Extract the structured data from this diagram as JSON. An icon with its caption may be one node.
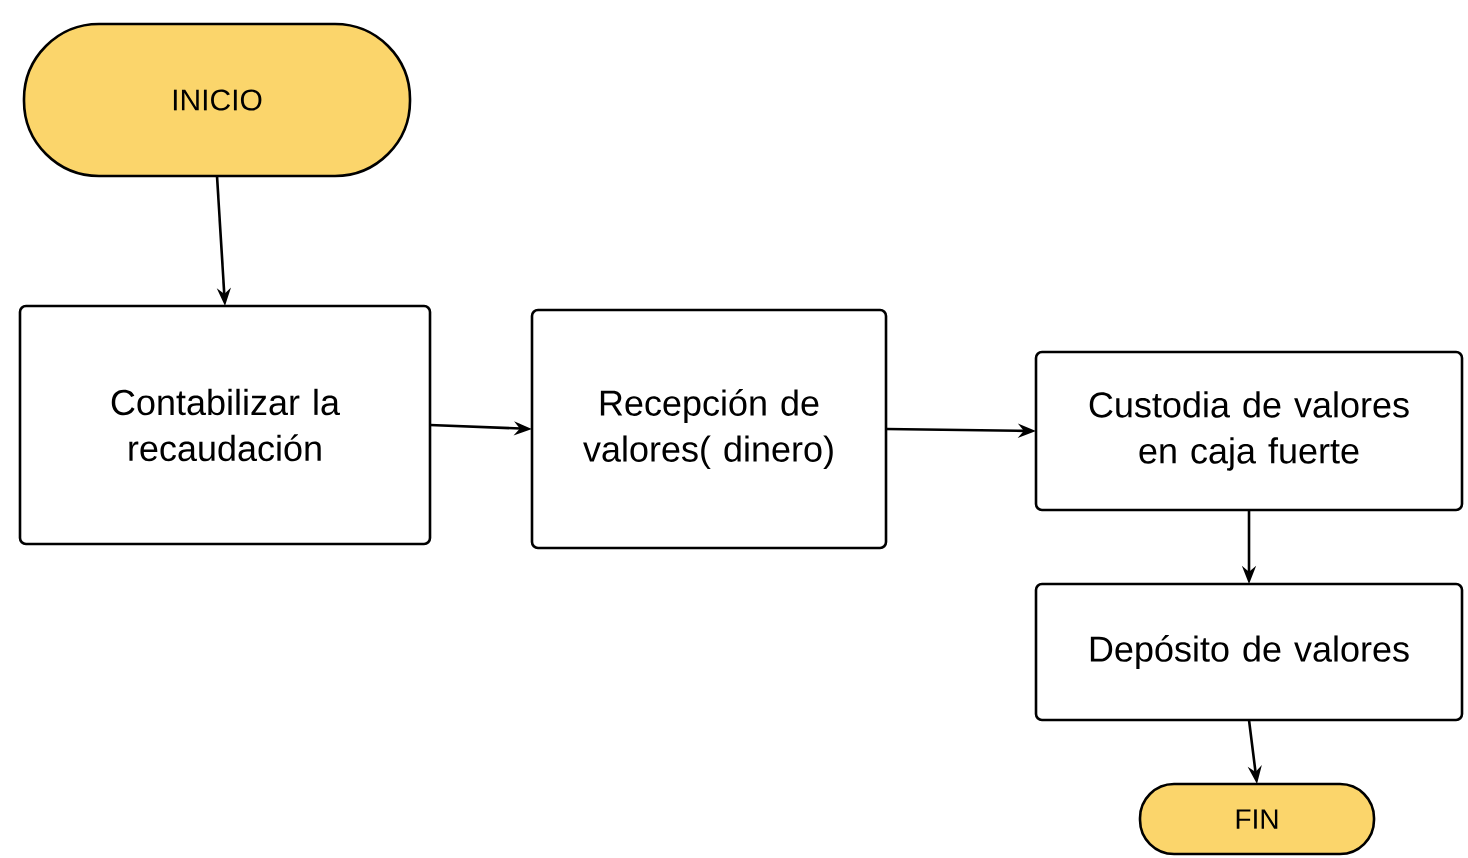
{
  "diagram": {
    "nodes": [
      {
        "text": [
          "INICIO"
        ]
      },
      {
        "text": [
          "Contabilizar la recaudación"
        ]
      },
      {
        "text": [
          "Recepción de valores( dinero)"
        ]
      },
      {
        "text": [
          "Custodia de valores en caja fuerte"
        ]
      },
      {
        "text": [
          "Depósito de valores"
        ]
      },
      {
        "text": [
          "FIN"
        ]
      }
    ],
    "edges": [
      {
        "from": 0,
        "to": 1,
        "arrow": "to"
      },
      {
        "from": 1,
        "to": 2,
        "arrow": "to"
      },
      {
        "from": 2,
        "to": 3,
        "arrow": "to"
      },
      {
        "from": 3,
        "to": 4,
        "arrow": "to"
      },
      {
        "from": 4,
        "to": 5,
        "arrow": "to"
      }
    ]
  }
}
